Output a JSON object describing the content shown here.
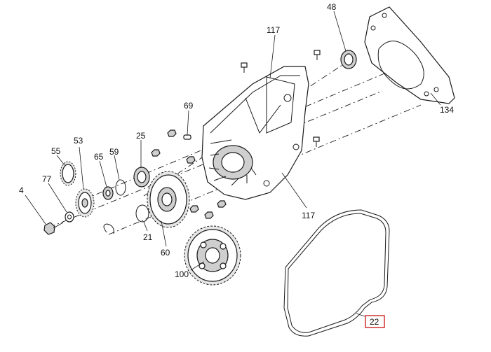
{
  "diagram": {
    "highlight_color": "#cc2222",
    "callouts": [
      {
        "id": "c48",
        "label": "48"
      },
      {
        "id": "c117a",
        "label": "117"
      },
      {
        "id": "c134",
        "label": "134"
      },
      {
        "id": "c69",
        "label": "69"
      },
      {
        "id": "c25",
        "label": "25"
      },
      {
        "id": "c53",
        "label": "53"
      },
      {
        "id": "c55",
        "label": "55"
      },
      {
        "id": "c65",
        "label": "65"
      },
      {
        "id": "c59",
        "label": "59"
      },
      {
        "id": "c77",
        "label": "77"
      },
      {
        "id": "c4",
        "label": "4"
      },
      {
        "id": "c21",
        "label": "21"
      },
      {
        "id": "c60",
        "label": "60"
      },
      {
        "id": "c100",
        "label": "100"
      },
      {
        "id": "c117b",
        "label": "117"
      },
      {
        "id": "c22",
        "label": "22",
        "highlighted": true
      }
    ]
  }
}
